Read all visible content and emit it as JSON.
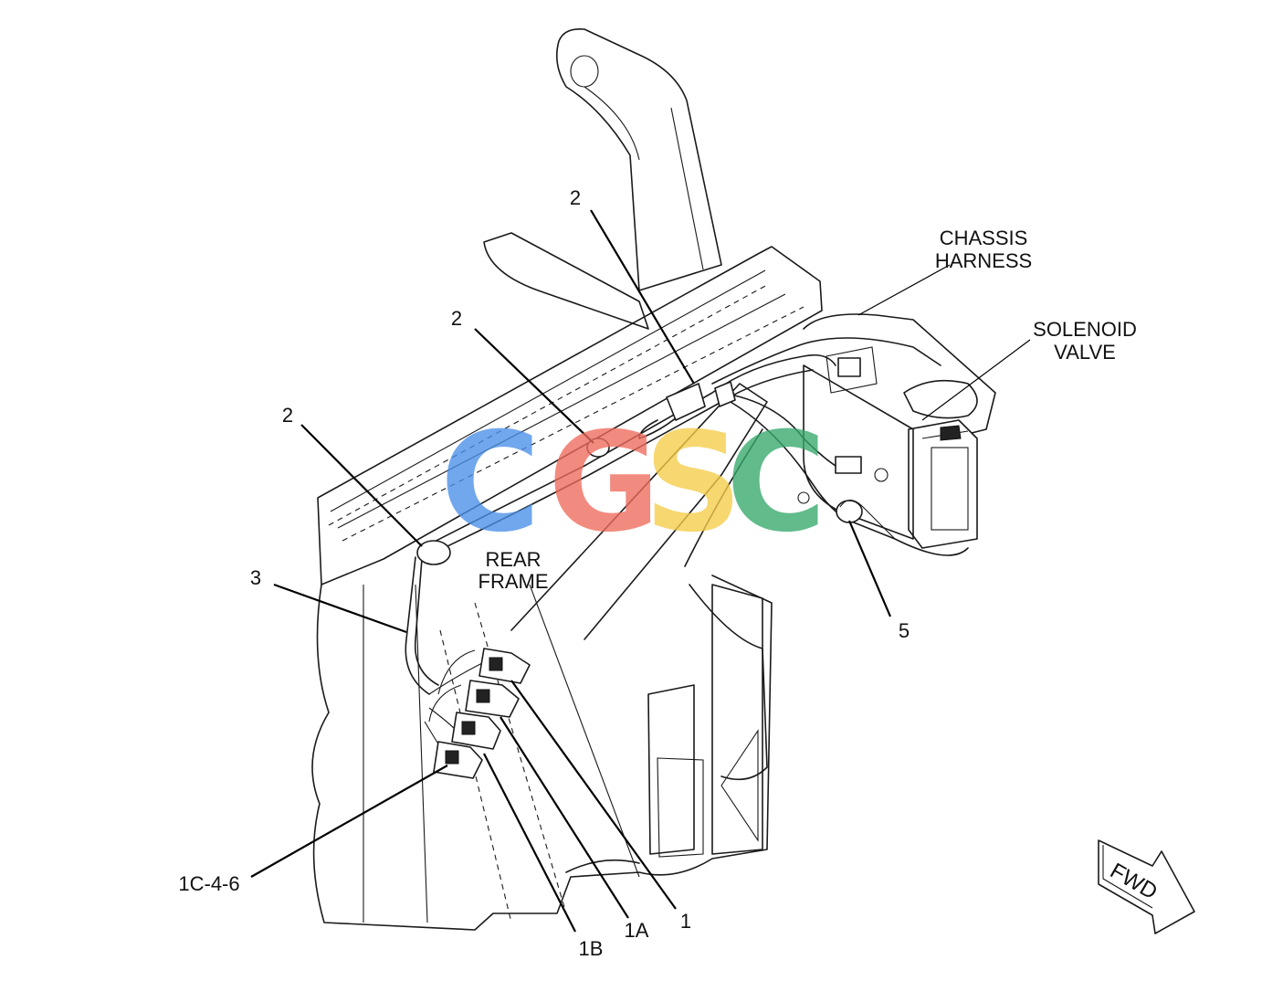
{
  "labels": {
    "chassis_harness": [
      "CHASSIS",
      "HARNESS"
    ],
    "solenoid_valve": [
      "SOLENOID",
      "VALVE"
    ],
    "rear_frame": [
      "REAR",
      "FRAME"
    ],
    "callout_2_top": "2",
    "callout_2_mid": "2",
    "callout_2_left": "2",
    "callout_3": "3",
    "callout_5": "5",
    "callout_1": "1",
    "callout_1A": "1A",
    "callout_1B": "1B",
    "callout_1C": "1C-4-6"
  },
  "direction_indicator": "FWD",
  "watermark": {
    "letters": [
      "C",
      "G",
      "S",
      "C"
    ],
    "colors": [
      "#4A8FE8",
      "#EF6B5C",
      "#F5CD47",
      "#36A86B"
    ]
  }
}
